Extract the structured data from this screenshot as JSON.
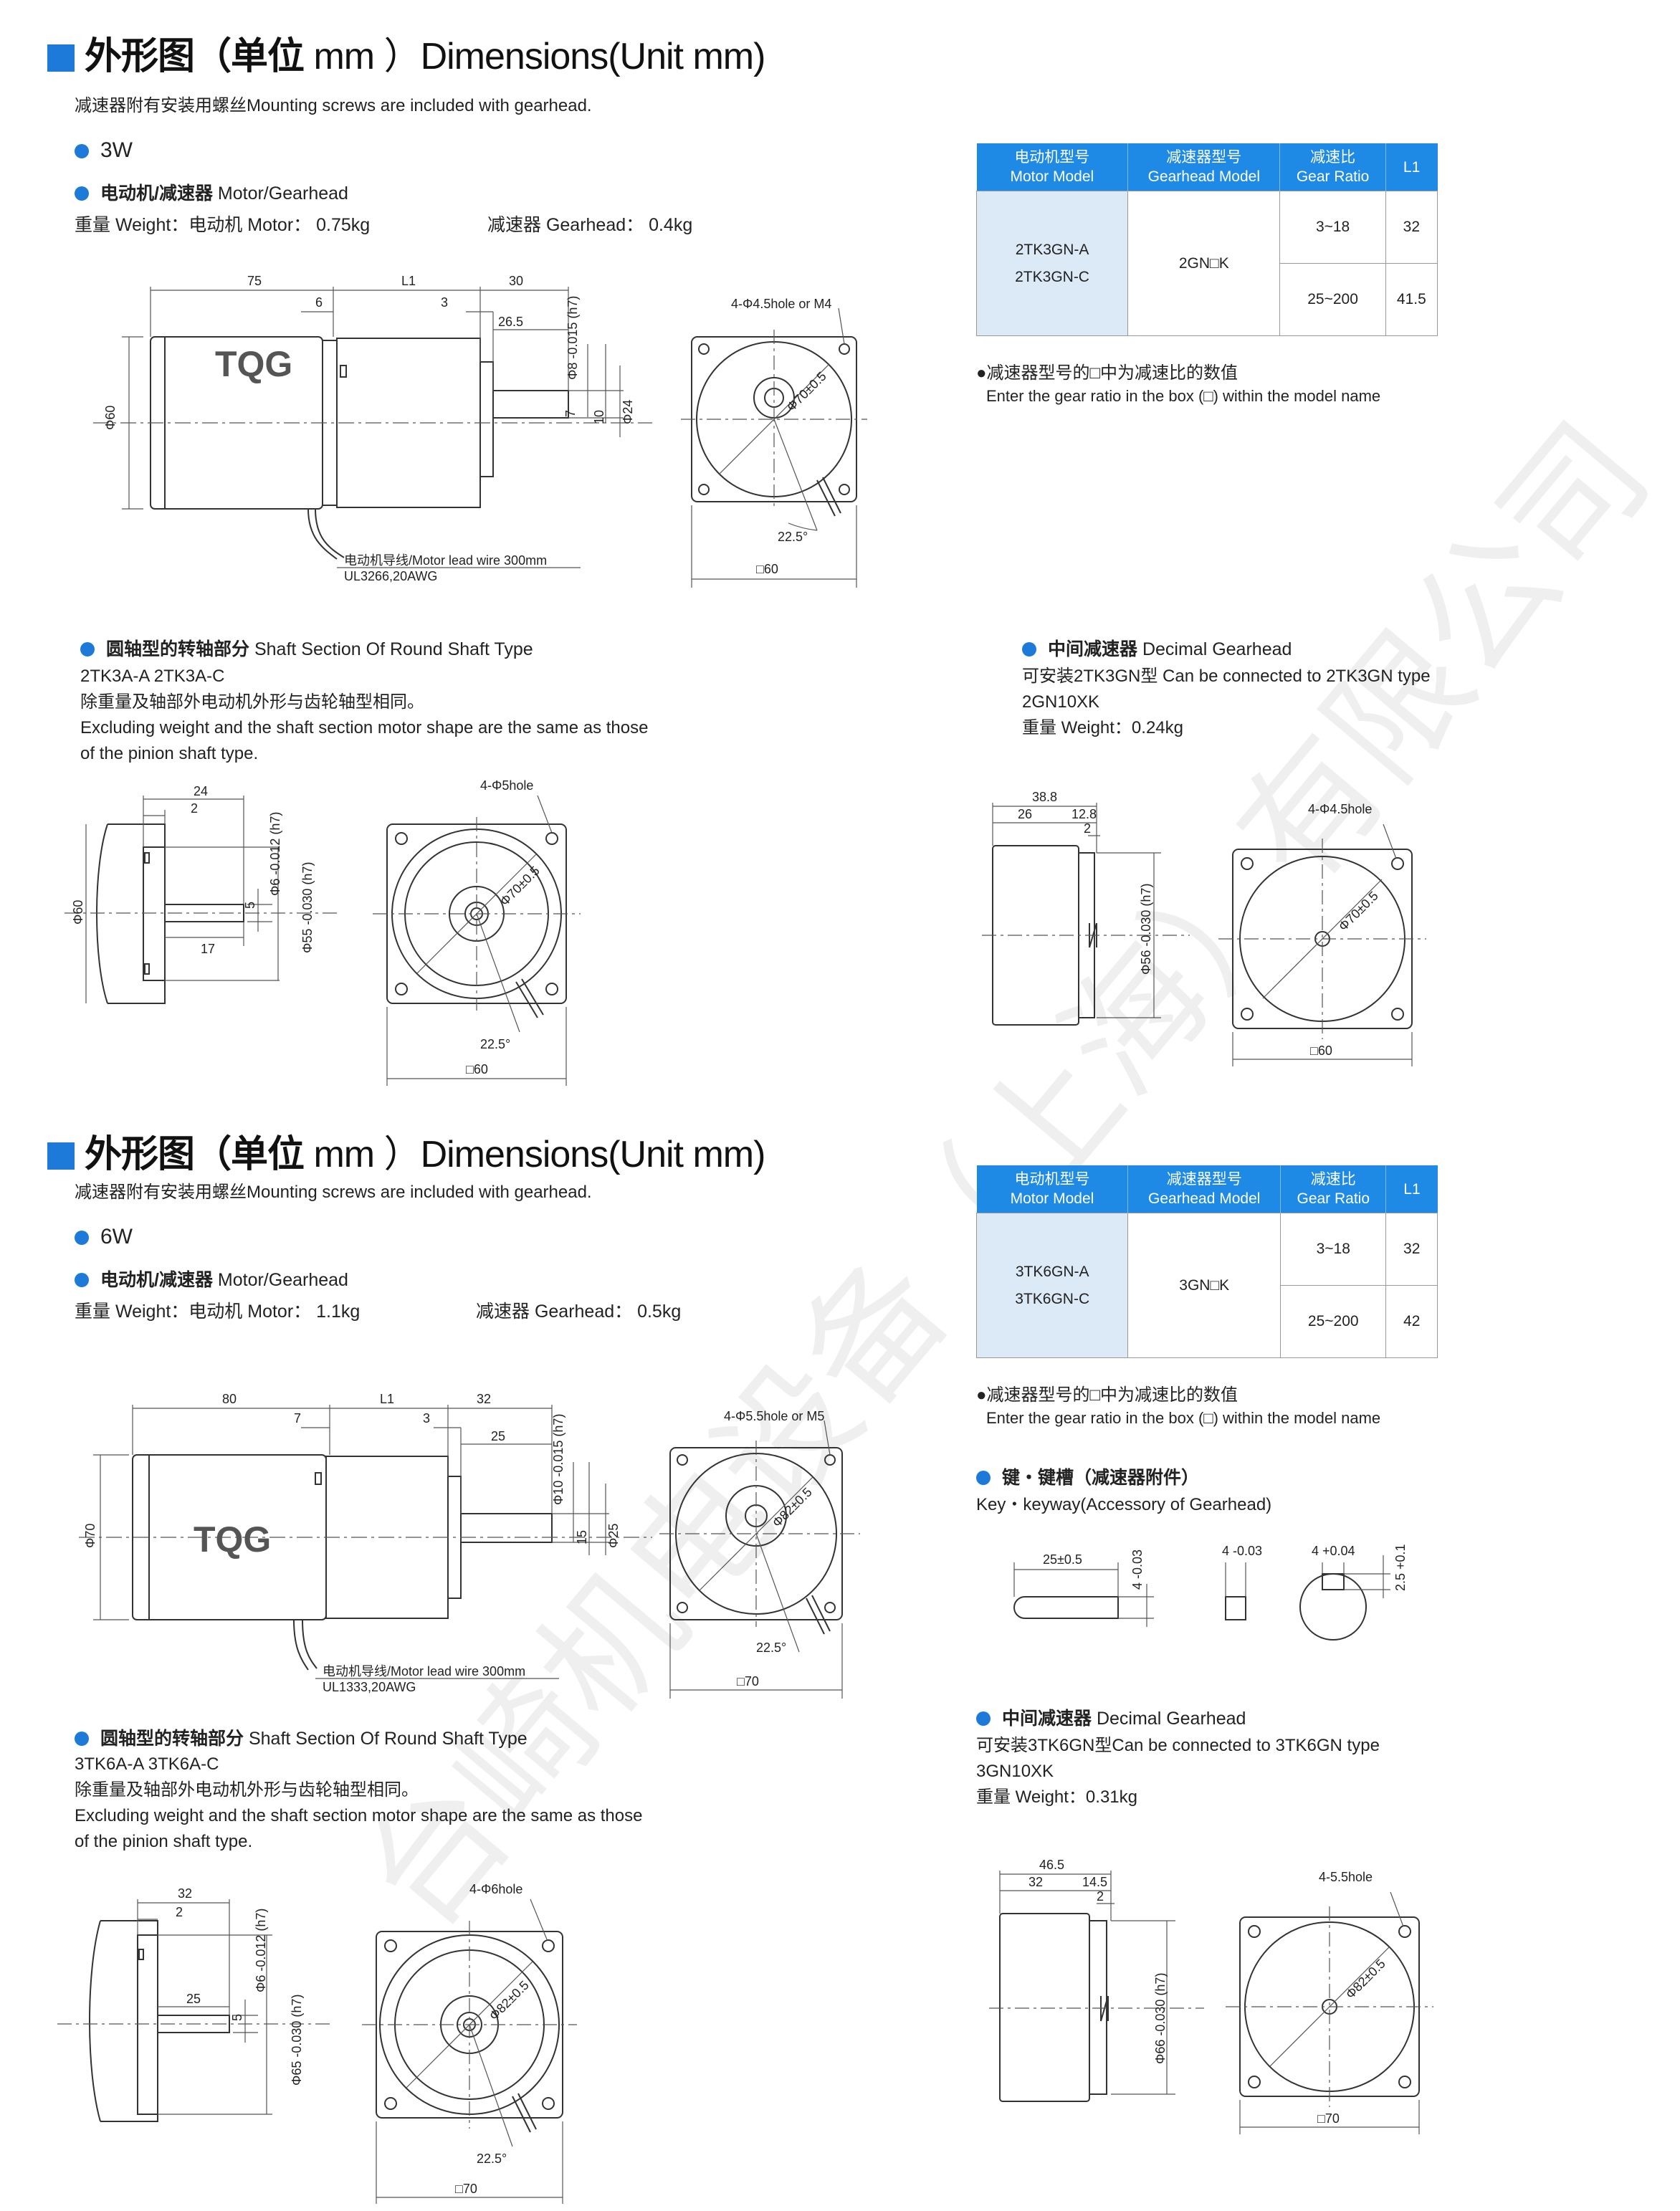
{
  "sec1": {
    "header_cn": "外形图（单位",
    "header_unit": "mm",
    "header_en": "）Dimensions(Unit mm)",
    "mounting": "减速器附有安装用螺丝Mounting screws are included with gearhead.",
    "power": "3W",
    "mg_title_cn": "电动机/减速器",
    "mg_title_en": "Motor/Gearhead",
    "weight_motor": "重量 Weight：电动机 Motor： 0.75kg",
    "weight_gear": "减速器 Gearhead： 0.4kg",
    "table": {
      "headers": [
        [
          "电动机型号",
          "Motor Model"
        ],
        [
          "减速器型号",
          "Gearhead Model"
        ],
        [
          "减速比",
          "Gear Ratio"
        ],
        [
          "L1",
          ""
        ]
      ],
      "motor_models": [
        "2TK3GN-A",
        "2TK3GN-C"
      ],
      "gearhead_model": "2GN□K",
      "rows": [
        {
          "ratio": "3~18",
          "l1": "32"
        },
        {
          "ratio": "25~200",
          "l1": "41.5"
        }
      ]
    },
    "note_cn": "●减速器型号的□中为减速比的数值",
    "note_en": "Enter the gear ratio in the box (□) within the model name",
    "round_title_cn": "圆轴型的转轴部分",
    "round_title_en": "Shaft Section Of Round Shaft Type",
    "round_models": "2TK3A-A    2TK3A-C",
    "round_desc_cn": "除重量及轴部外电动机外形与齿轮轴型相同。",
    "round_desc_en1": "Excluding weight and the shaft section motor shape are the same as those",
    "round_desc_en2": "of the pinion shaft type.",
    "decimal_title_cn": "中间减速器",
    "decimal_title_en": "Decimal Gearhead",
    "decimal_conn": "可安装2TK3GN型 Can be connected to 2TK3GN type",
    "decimal_model": "2GN10XK",
    "decimal_weight": "重量 Weight：0.24kg",
    "dims": {
      "d75": "75",
      "dL1": "L1",
      "d30": "30",
      "d6": "6",
      "d3": "3",
      "d26": "26.5",
      "d8": "Φ8 -0.015 (h7)",
      "d7": "7",
      "d10": "10",
      "d24": "Φ24",
      "d60": "Φ60",
      "lead": "电动机导线/Motor lead wire 300mm",
      "ul": "UL3266,20AWG",
      "logo": "TQG",
      "hole": "4-Φ4.5hole or M4",
      "pcd": "Φ70±0.5",
      "ang": "22.5°",
      "sq": "□60",
      "r24": "24",
      "r2": "2",
      "r17": "17",
      "r5": "5",
      "r6": "Φ6 -0.012 (h7)",
      "r55": "Φ55 -0.030 (h7)",
      "r60": "Φ60",
      "rhole": "4-Φ5hole",
      "rpcd": "Φ70±0.5",
      "rang": "22.5°",
      "rsq": "□60",
      "g388": "38.8",
      "g26": "26",
      "g128": "12.8",
      "g2": "2",
      "g56": "Φ56 -0.030 (h7)",
      "ghole": "4-Φ4.5hole",
      "gpcd": "Φ70±0.5",
      "gsq": "□60"
    }
  },
  "sec2": {
    "header_cn": "外形图（单位",
    "header_unit": "mm",
    "header_en": "）Dimensions(Unit mm)",
    "mounting": "减速器附有安装用螺丝Mounting screws are included with gearhead.",
    "power": "6W",
    "mg_title_cn": "电动机/减速器",
    "mg_title_en": "Motor/Gearhead",
    "weight_motor": "重量 Weight：电动机 Motor： 1.1kg",
    "weight_gear": "减速器 Gearhead： 0.5kg",
    "table": {
      "headers": [
        [
          "电动机型号",
          "Motor Model"
        ],
        [
          "减速器型号",
          "Gearhead Model"
        ],
        [
          "减速比",
          "Gear Ratio"
        ],
        [
          "L1",
          ""
        ]
      ],
      "motor_models": [
        "3TK6GN-A",
        "3TK6GN-C"
      ],
      "gearhead_model": "3GN□K",
      "rows": [
        {
          "ratio": "3~18",
          "l1": "32"
        },
        {
          "ratio": "25~200",
          "l1": "42"
        }
      ]
    },
    "note_cn": "●减速器型号的□中为减速比的数值",
    "note_en": "Enter the gear ratio in the box (□) within the model name",
    "key_title_cn": "键・键槽（减速器附件）",
    "key_title_en": "Key・keyway(Accessory of Gearhead)",
    "key_dims": {
      "len": "25±0.5",
      "h": "4 -0.03",
      "w": "4 -0.03",
      "kw": "4 +0.04",
      "kd": "2.5 +0.1"
    },
    "round_title_cn": "圆轴型的转轴部分",
    "round_title_en": "Shaft Section Of Round Shaft Type",
    "round_models": "3TK6A-A    3TK6A-C",
    "round_desc_cn": "除重量及轴部外电动机外形与齿轮轴型相同。",
    "round_desc_en1": "Excluding weight and the shaft section motor shape are the same as those",
    "round_desc_en2": "of the pinion shaft type.",
    "decimal_title_cn": "中间减速器",
    "decimal_title_en": "Decimal Gearhead",
    "decimal_conn": "可安装3TK6GN型Can be connected to 3TK6GN type",
    "decimal_model": "3GN10XK",
    "decimal_weight": "重量 Weight：0.31kg",
    "dims": {
      "d80": "80",
      "dL1": "L1",
      "d32": "32",
      "d7": "7",
      "d3": "3",
      "d25": "25",
      "d10": "Φ10 -0.015 (h7)",
      "d15": "15",
      "d25b": "Φ25",
      "d70": "Φ70",
      "lead": "电动机导线/Motor lead wire 300mm",
      "ul": "UL1333,20AWG",
      "logo": "TQG",
      "hole": "4-Φ5.5hole or M5",
      "pcd": "Φ82±0.5",
      "ang": "22.5°",
      "sq": "□70",
      "r32": "32",
      "r2": "2",
      "r25": "25",
      "r5": "5",
      "r6": "Φ6 -0.012 (h7)",
      "r65": "Φ65 -0.030 (h7)",
      "rhole": "4-Φ6hole",
      "rpcd": "Φ82±0.5",
      "rang": "22.5°",
      "rsq": "□70",
      "g465": "46.5",
      "g32": "32",
      "g145": "14.5",
      "g2": "2",
      "g66": "Φ66 -0.030 (h7)",
      "ghole": "4-5.5hole",
      "gpcd": "Φ82±0.5",
      "gsq": "□70"
    }
  },
  "watermark": [
    "台崎机电设备（上海）有限公司"
  ],
  "brand_color": "#1d7ad9"
}
